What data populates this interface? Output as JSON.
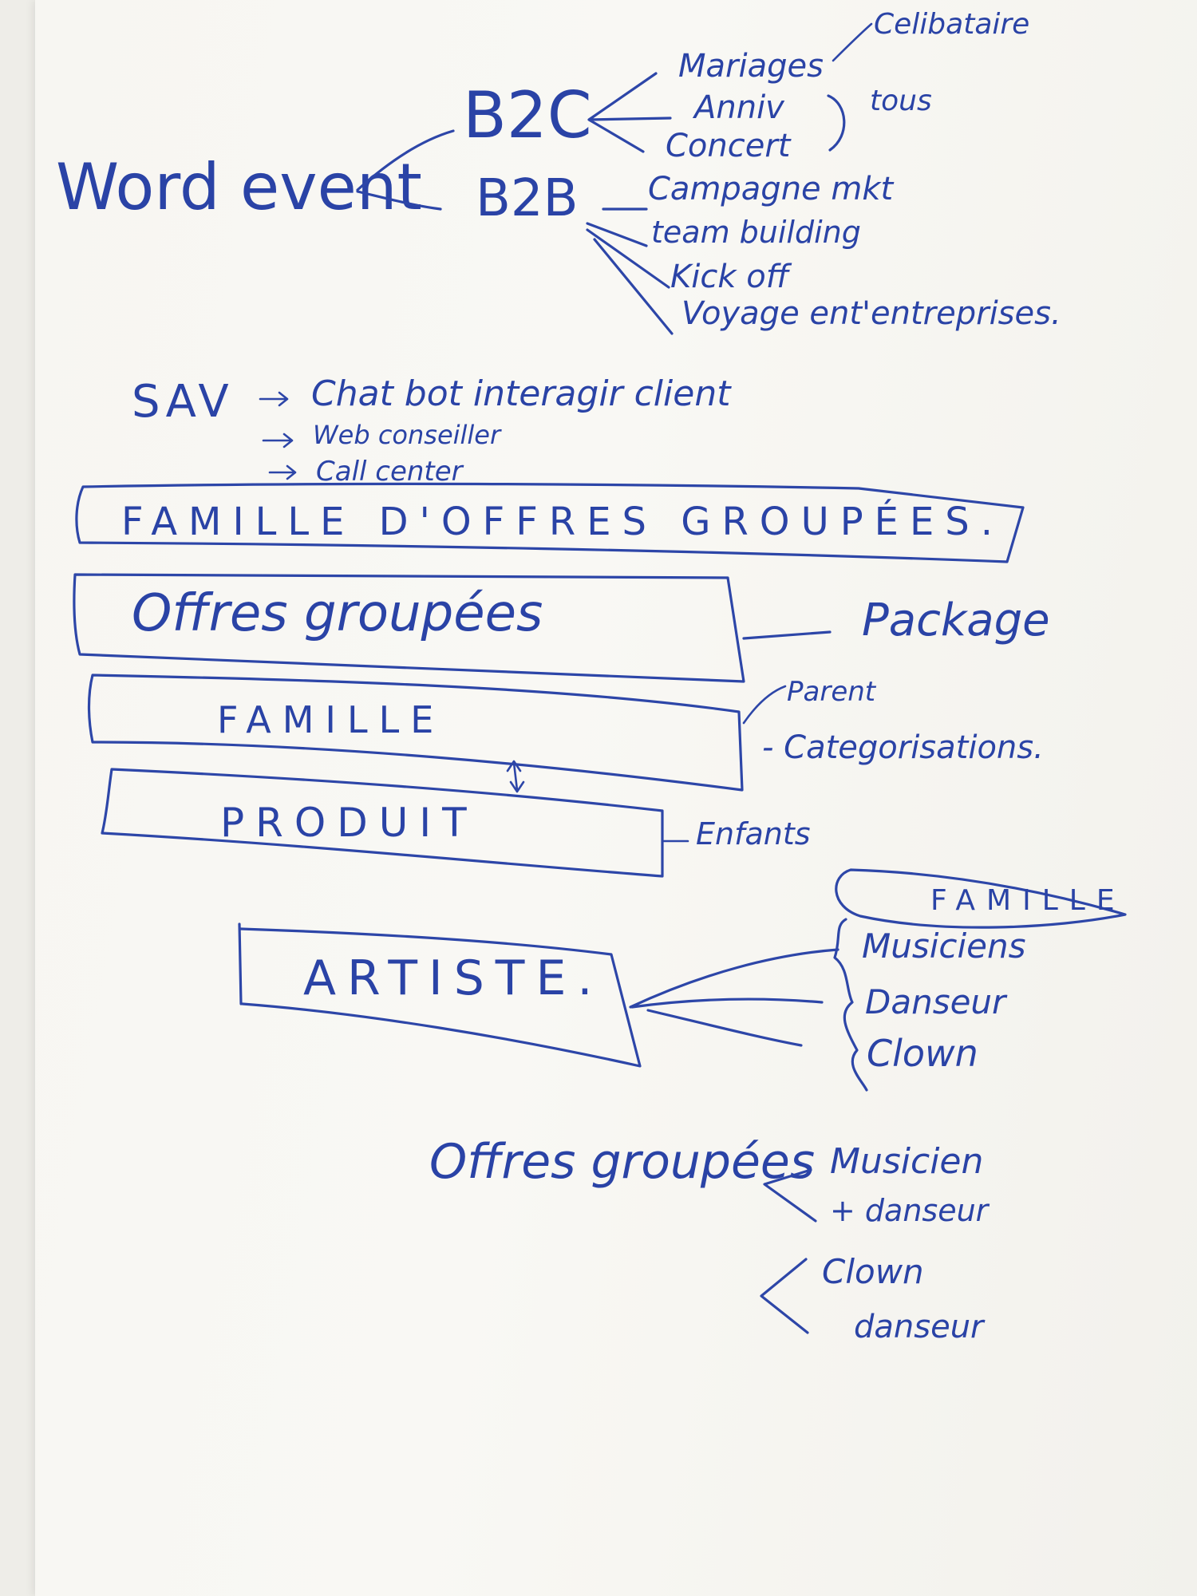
{
  "diagram": {
    "root": "Word event",
    "b2c": {
      "label": "B2C",
      "items": [
        "Mariages",
        "Anniv",
        "Concert"
      ],
      "note_a": "Celibataire",
      "note_b": "tous"
    },
    "b2b": {
      "label": "B2B",
      "items": [
        "Campagne mkt",
        "team building",
        "Kick off",
        "Voyage ent'entreprises."
      ]
    },
    "sav": {
      "label": "SAV",
      "items": [
        "Chat bot interagir client",
        "Web conseiller",
        "Call center"
      ]
    },
    "boxes": {
      "familles_offres": "FAMILLE D'OFFRES GROUPÉES.",
      "offres_groupees": "Offres groupées",
      "famille": "FAMILLE",
      "produit": "PRODUIT",
      "artiste": "ARTISTE."
    },
    "annotations": {
      "package": "Package",
      "parent": "Parent",
      "categorisations": "- Categorisations.",
      "enfants": "Enfants"
    },
    "artiste_famille": {
      "title": "FAMILLE",
      "items": [
        "Musiciens",
        "Danseur",
        "Clown"
      ]
    },
    "offres_bottom": {
      "label": "Offres groupées",
      "group1": [
        "Musicien",
        "+ danseur"
      ],
      "group2": [
        "Clown",
        "danseur"
      ]
    }
  }
}
